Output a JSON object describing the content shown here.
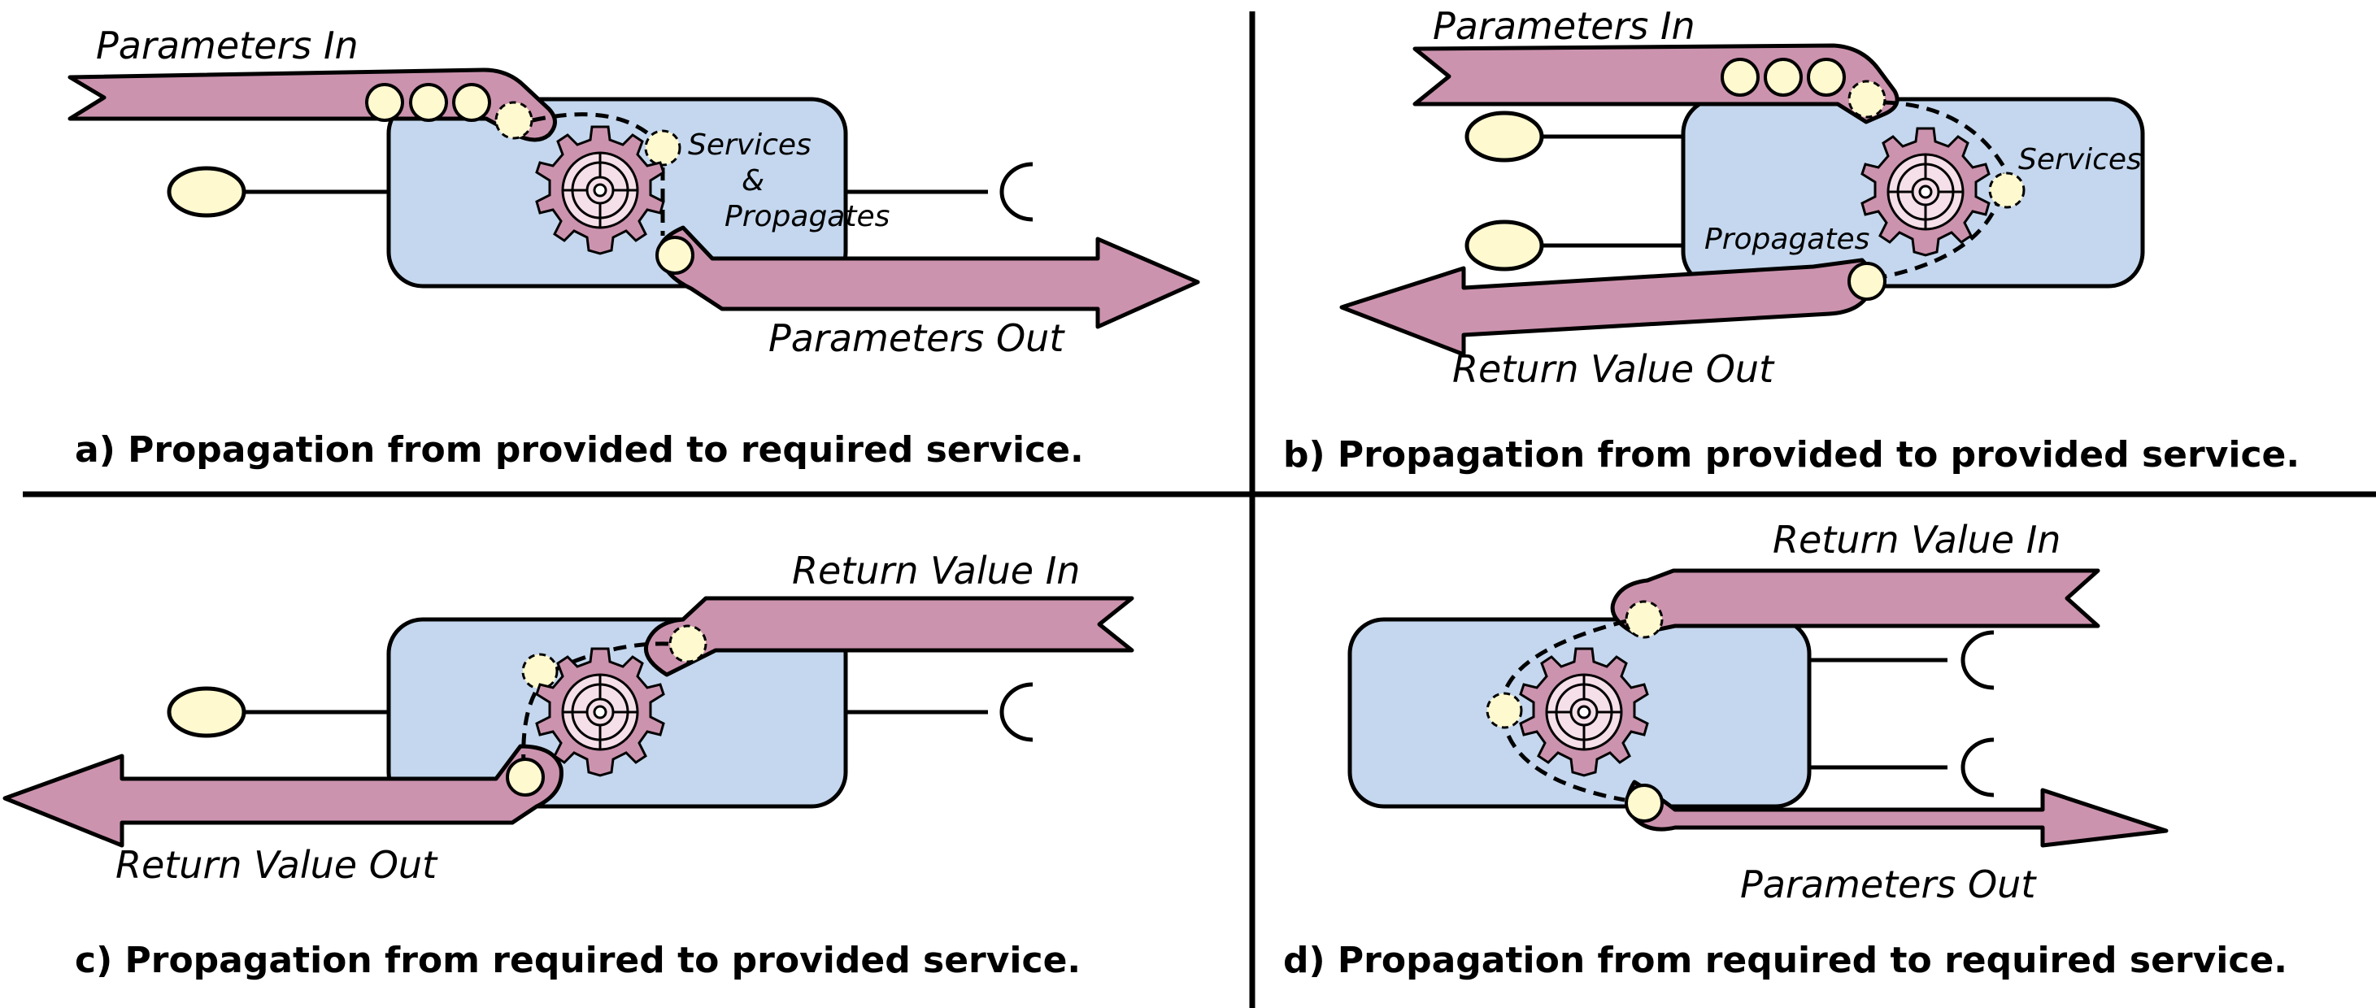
{
  "captions": {
    "a": "a) Propagation from provided to required service.",
    "b": "b) Propagation from provided to provided service.",
    "c": "c) Propagation from required to provided service.",
    "d": "d) Propagation from required to required service."
  },
  "labels": {
    "a": {
      "in": "Parameters In",
      "out": "Parameters Out",
      "services": "Services",
      "amp": "&",
      "propagates": "Propagates"
    },
    "b": {
      "in": "Parameters In",
      "out": "Return Value Out",
      "services": "Services",
      "propagates": "Propagates"
    },
    "c": {
      "in": "Return Value In",
      "out": "Return Value Out"
    },
    "d": {
      "in": "Return Value In",
      "out": "Parameters Out"
    }
  },
  "icons": {
    "gear": "gear-icon",
    "provided_interface": "lollipop-provided-interface-icon",
    "required_interface": "socket-required-interface-icon"
  },
  "colors": {
    "component": "#c4d7ee",
    "band": "#cc93ae",
    "token": "#fef9cf"
  }
}
